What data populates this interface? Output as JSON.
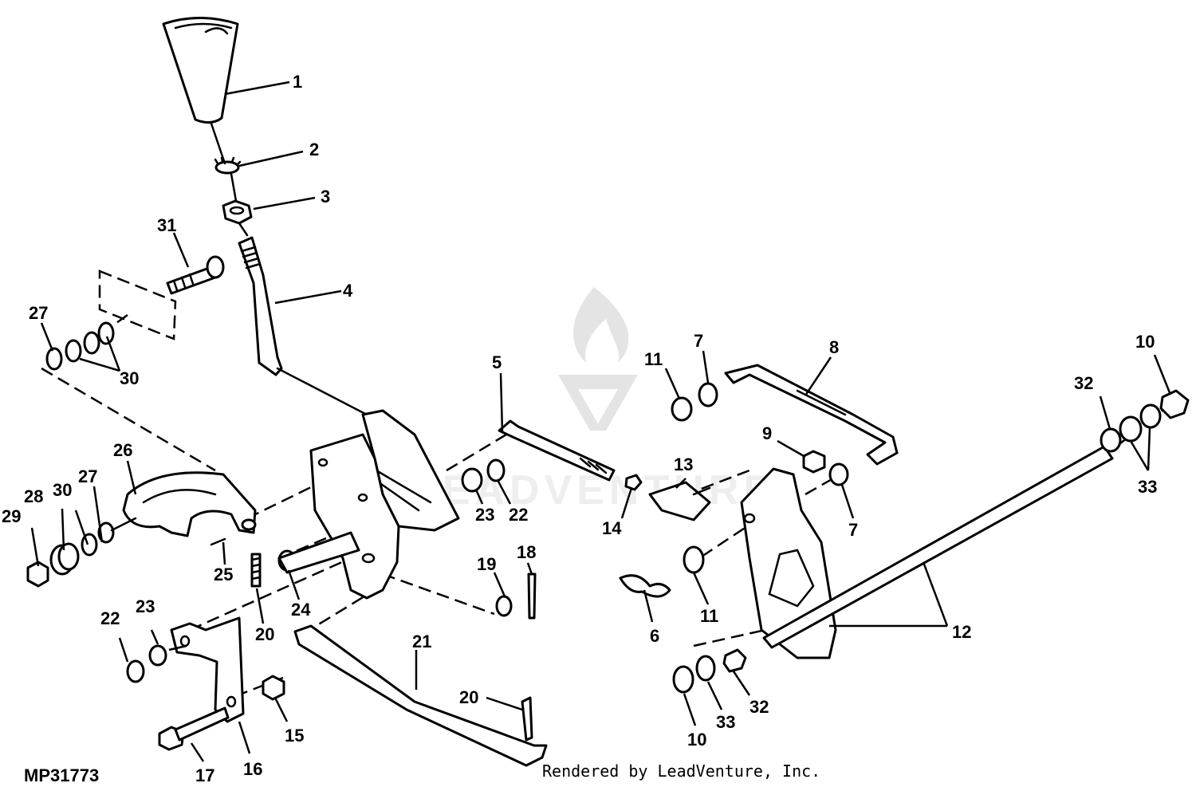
{
  "diagram": {
    "code": "MP31773",
    "credit": "Rendered by LeadVenture, Inc.",
    "watermark": "LEADVENTURE",
    "callouts": {
      "n1": "1",
      "n2": "2",
      "n3": "3",
      "n4": "4",
      "n5": "5",
      "n6": "6",
      "n7a": "7",
      "n7b": "7",
      "n8": "8",
      "n9": "9",
      "n10a": "10",
      "n10b": "10",
      "n11a": "11",
      "n11b": "11",
      "n12": "12",
      "n13": "13",
      "n14": "14",
      "n15": "15",
      "n16": "16",
      "n17": "17",
      "n18": "18",
      "n19": "19",
      "n20a": "20",
      "n20b": "20",
      "n21": "21",
      "n22a": "22",
      "n22b": "22",
      "n23a": "23",
      "n23b": "23",
      "n24": "24",
      "n25": "25",
      "n26": "26",
      "n27a": "27",
      "n27b": "27",
      "n28": "28",
      "n29": "29",
      "n30a": "30",
      "n30b": "30",
      "n31": "31",
      "n32a": "32",
      "n32b": "32",
      "n33a": "33",
      "n33b": "33"
    }
  }
}
